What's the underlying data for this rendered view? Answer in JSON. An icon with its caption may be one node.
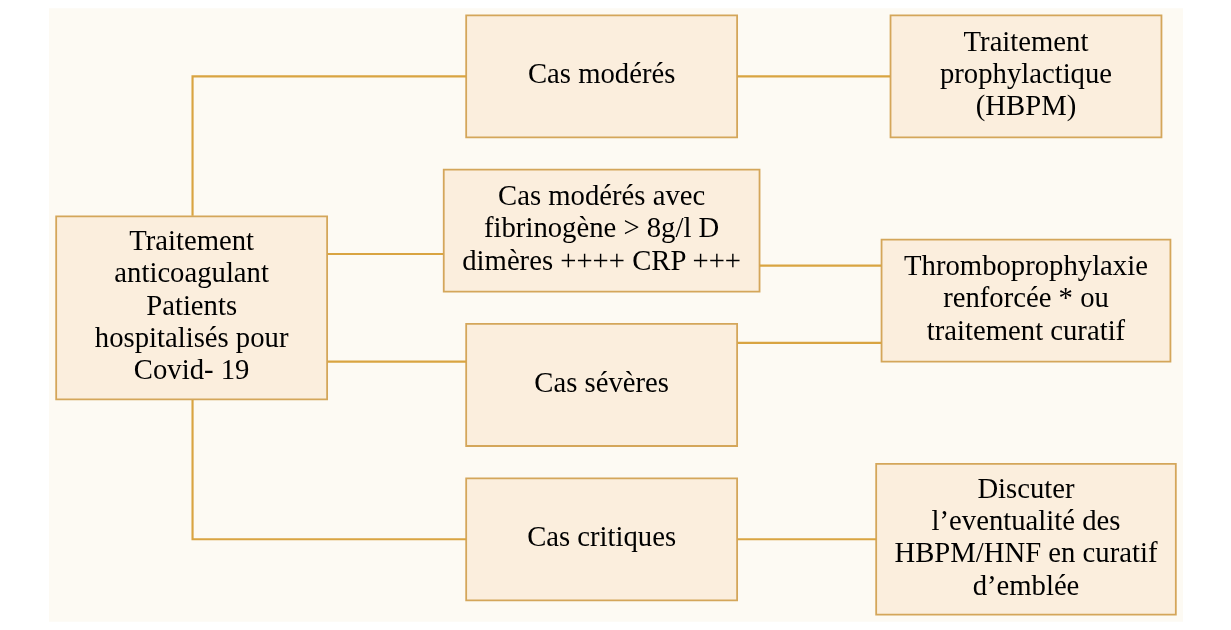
{
  "diagram": {
    "nodes": [
      {
        "text": [
          "Traitement anticoagulant Patients hospitalisés pour Covid- 19"
        ]
      },
      {
        "text": [
          "Cas modérés"
        ]
      },
      {
        "text": [
          "Cas modérés avec fibrinogène > 8g/l D dimères ++++ CRP +++"
        ]
      },
      {
        "text": [
          "Cas sévères"
        ]
      },
      {
        "text": [
          "Cas critiques"
        ]
      },
      {
        "text": [
          "Traitement prophylactique (HBPM)"
        ]
      },
      {
        "text": [
          "Thromboprophylaxie renforcée * ou traitement curatif"
        ]
      },
      {
        "text": [
          "Discuter l’eventualité des HBPM/HNF en curatif d’emblée"
        ]
      }
    ],
    "edges": [
      {
        "from": 0,
        "to": 1,
        "arrow": "none"
      },
      {
        "from": 0,
        "to": 2,
        "arrow": "none"
      },
      {
        "from": 0,
        "to": 3,
        "arrow": "none"
      },
      {
        "from": 0,
        "to": 4,
        "arrow": "none"
      },
      {
        "from": 1,
        "to": 5,
        "arrow": "none"
      },
      {
        "from": 2,
        "to": 6,
        "arrow": "none"
      },
      {
        "from": 3,
        "to": 6,
        "arrow": "none"
      },
      {
        "from": 4,
        "to": 7,
        "arrow": "none"
      }
    ]
  }
}
